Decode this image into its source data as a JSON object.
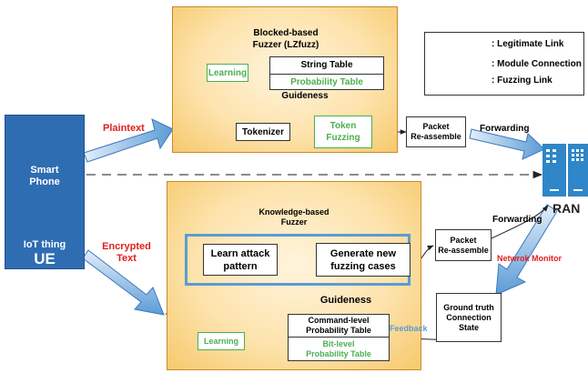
{
  "blocked_fuzzer": {
    "title": "Blocked-based\nFuzzer (LZfuzz)",
    "learning": "Learning",
    "string_table": "String Table",
    "probability_table": "Probability Table",
    "guideness": "Guideness",
    "tokenizer": "Tokenizer",
    "token_fuzzing": "Token\nFuzzing"
  },
  "knowledge_fuzzer": {
    "title": "Knowledge-based\nFuzzer",
    "learn_attack": "Learn attack\npattern",
    "generate_cases": "Generate  new\nfuzzing cases",
    "guideness": "Guideness",
    "command_table": "Command-level\nProbability Table",
    "bit_table": "Bit-level\nProbability Table",
    "learning": "Learning"
  },
  "legend": {
    "legitimate": ": Legitimate Link",
    "module": ": Module Connection",
    "fuzzing": ": Fuzzing Link"
  },
  "ue": {
    "smart_phone": "Smart\nPhone",
    "iot_thing": "IoT thing",
    "ue_label": "UE"
  },
  "labels": {
    "plaintext": "Plaintext",
    "encrypted": "Encrypted\nText",
    "packet_reassemble_top": "Packet\nRe-assemble",
    "packet_reassemble_bottom": "Packet\nRe-assemble",
    "forwarding_top": "Forwarding",
    "forwarding_bottom": "Forwarding",
    "ran": "RAN",
    "network_monitor": "Netwrok Monitor",
    "ground_truth": "Ground truth\nConnection\nState",
    "feedback": "Feedback"
  },
  "colors": {
    "ue_blue": "#2f6db3",
    "fuzz_arrow": "#5b9bd5",
    "panel_orange": "#f6c96c",
    "green": "#4caf50",
    "red": "#e02020",
    "lock_red": "#d81b3a"
  }
}
